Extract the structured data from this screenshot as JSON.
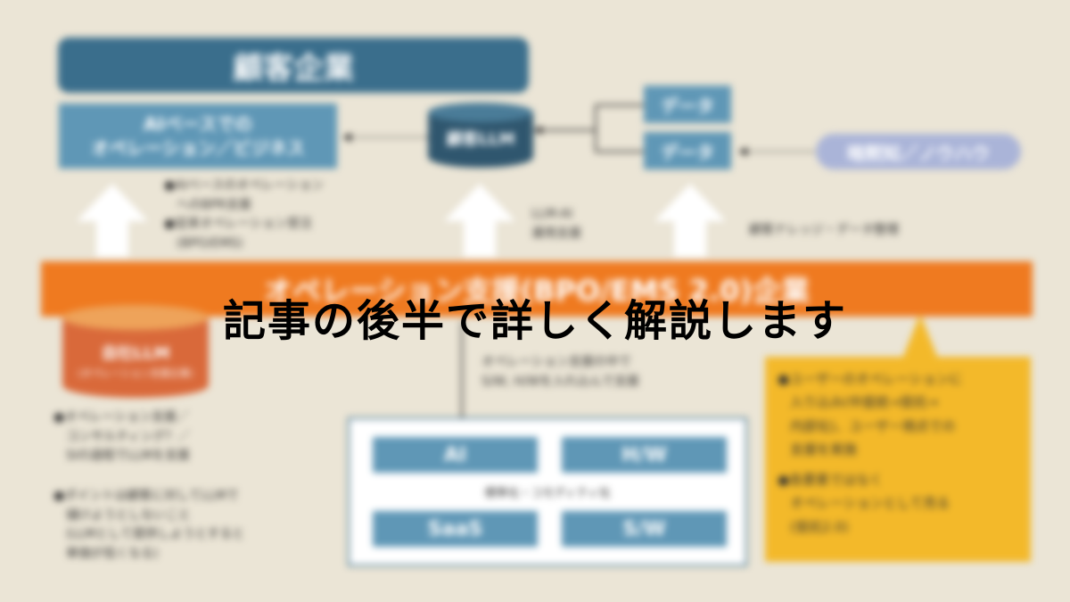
{
  "header": {
    "title": "顧客企業"
  },
  "ai_ops_box": {
    "line1": "AIベースでの",
    "line2": "オペレーション／ビジネス"
  },
  "customer_llm": {
    "label": "顧客LLM"
  },
  "data_boxes": [
    "データ",
    "データ"
  ],
  "tacit_knowledge": {
    "label": "暗黙知／ノウハウ"
  },
  "notes_left_top": [
    "●AIベースのオペレーション",
    "へのBPR支援",
    "●従来オペレーション受注",
    "(BPO/EMS)"
  ],
  "note_llm_ai": [
    "LLM-AI",
    "運用支援"
  ],
  "note_knowledge": "顧客ナレッジ・データ整理",
  "band": {
    "label": "オペレーション支援(BPO/EMS 2.0)企業"
  },
  "own_llm": {
    "label": "自社LLM",
    "sub": "(オペレーション支援企業)"
  },
  "notes_left_bottom": [
    [
      "●オペレーション支援／",
      "コンサルティング？／",
      "SIの過程でLLMを支援"
    ],
    [
      "●ポイントは顧客に対してLLMで",
      "儲けようとしないこと",
      "(LLMとして提供しようとすると",
      "単価が低くなる)"
    ]
  ],
  "center_note": [
    "オペレーション支援の中で",
    "S/W, H/Wを入れ込んで支援"
  ],
  "tiles": {
    "ai": "AI",
    "hw": "H/W",
    "saas": "SaaS",
    "sw": "S/W"
  },
  "commodity_label": "標準化・コモディティ化",
  "yellow_notes": [
    [
      "●ユーザーのオペレーションに",
      "入り込み(中度統→受託→",
      "内部化)、ユーザー視点での",
      "支援を実施"
    ],
    [
      "●各要素ではなく",
      "オペレーションとして売る",
      "(受託2.0)"
    ]
  ],
  "overlay_caption": "記事の後半で詳しく解説します",
  "colors": {
    "background": "#ebe5d6",
    "header": "#3a6e8c",
    "box": "#5f97b6",
    "band": "#ef7a20",
    "llm_cylinder": "#d9693a",
    "yellow": "#f3b92a",
    "pill": "#aab4d8"
  }
}
